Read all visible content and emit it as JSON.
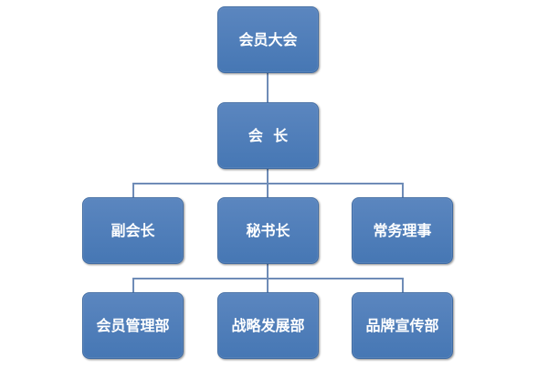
{
  "org_chart": {
    "nodes": {
      "assembly": "会员大会",
      "president": "会  长",
      "vice_president": "副会长",
      "secretary_general": "秘书长",
      "executive_director": "常务理事",
      "member_management": "会员管理部",
      "strategy_development": "战略发展部",
      "brand_promotion": "品牌宣传部"
    },
    "colors": {
      "box_fill": "#4f7fb8",
      "box_border": "#3f6ba3",
      "connector": "#6f8cb7",
      "text": "#ffffff"
    }
  }
}
